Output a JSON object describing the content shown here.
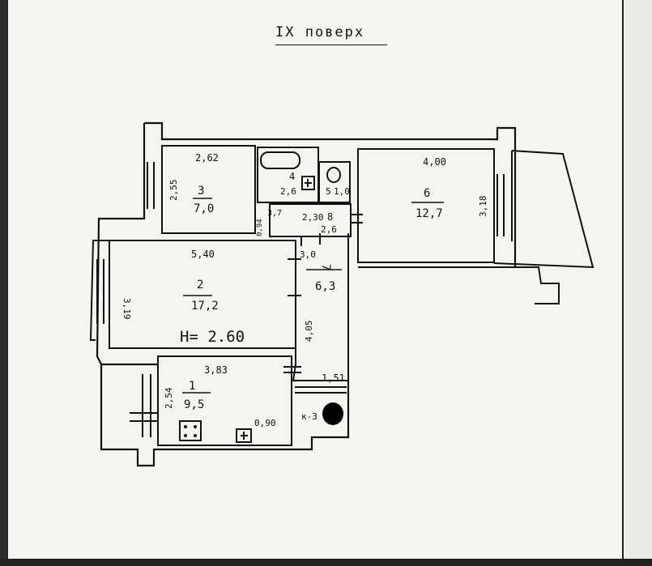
{
  "plan": {
    "title": "IX поверх",
    "rooms": [
      {
        "id": "1",
        "number": "1",
        "area": "9,5"
      },
      {
        "id": "2",
        "number": "2",
        "area": "17,2"
      },
      {
        "id": "3",
        "number": "3",
        "area": "7,0"
      },
      {
        "id": "4",
        "number": "4",
        "area": "2,6"
      },
      {
        "id": "5",
        "number": "5",
        "area": "1,0"
      },
      {
        "id": "6",
        "number": "6",
        "area": "12,7"
      },
      {
        "id": "7",
        "number": "7",
        "area": "6,3"
      },
      {
        "id": "8",
        "number": "8",
        "area": "2,6"
      }
    ],
    "dimensions": {
      "room1_width": "3,83",
      "room1_height": "2,54",
      "room1_stove": "0,90",
      "room2_width": "5,40",
      "room2_height": "3,19",
      "room3_width": "2,62",
      "room3_height": "2,55",
      "room6_width": "4,00",
      "room6_height": "3,18",
      "room7_width": "3,0",
      "room7_length": "4,05",
      "room8_width": "2,30",
      "wall_37": "3,7",
      "small_94": "0,94",
      "passage_width": "1,51"
    },
    "ceiling_height": "H= 2.60",
    "marker": "к-3"
  }
}
